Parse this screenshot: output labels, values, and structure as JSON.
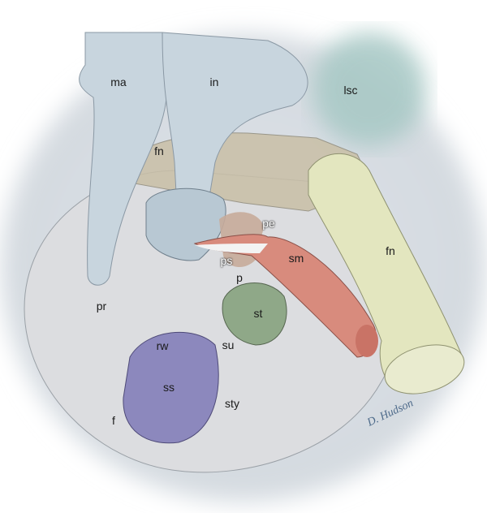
{
  "labels": {
    "ma": "ma",
    "in": "in",
    "lsc": "lsc",
    "fn_upper": "fn",
    "pe": "pe",
    "ps": "ps",
    "sm": "sm",
    "fn_right": "fn",
    "p": "p",
    "pr": "pr",
    "st": "st",
    "rw": "rw",
    "su": "su",
    "ss": "ss",
    "sty": "sty",
    "f": "f"
  },
  "signature": "D. Hudson",
  "colors": {
    "bone": "#d9dbdf",
    "ossicle": "#c9d6df",
    "lsc": "#a9c9c6",
    "nerve": "#e3e6bf",
    "muscle": "#d88b7d",
    "stapes": "#8fa888",
    "window": "#8c88bd",
    "canal": "#c9bfa6"
  }
}
